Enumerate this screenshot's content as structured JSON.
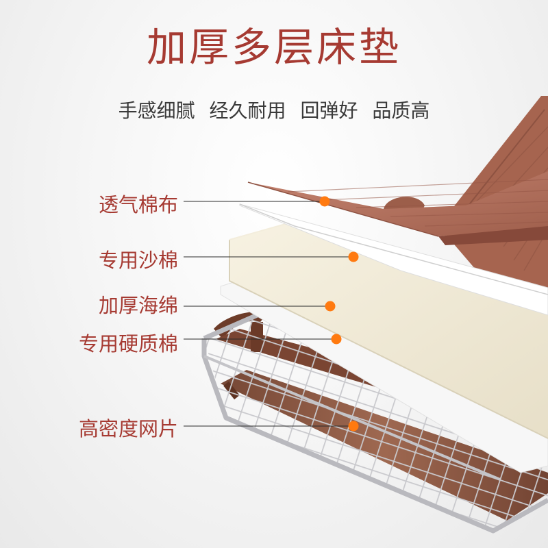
{
  "title": "加厚多层床垫",
  "subtitle": "手感细腻  经久耐用  回弹好  品质高",
  "layers": [
    {
      "label": "透气棉布"
    },
    {
      "label": "专用沙棉"
    },
    {
      "label": "加厚海绵"
    },
    {
      "label": "专用硬质棉"
    },
    {
      "label": "高密度网片"
    }
  ],
  "colors": {
    "accent": "#a63a32",
    "marker": "#ff7a10",
    "fabric": "#b2725e",
    "foam": "#efe8d4",
    "frame": "#8a5a44"
  }
}
